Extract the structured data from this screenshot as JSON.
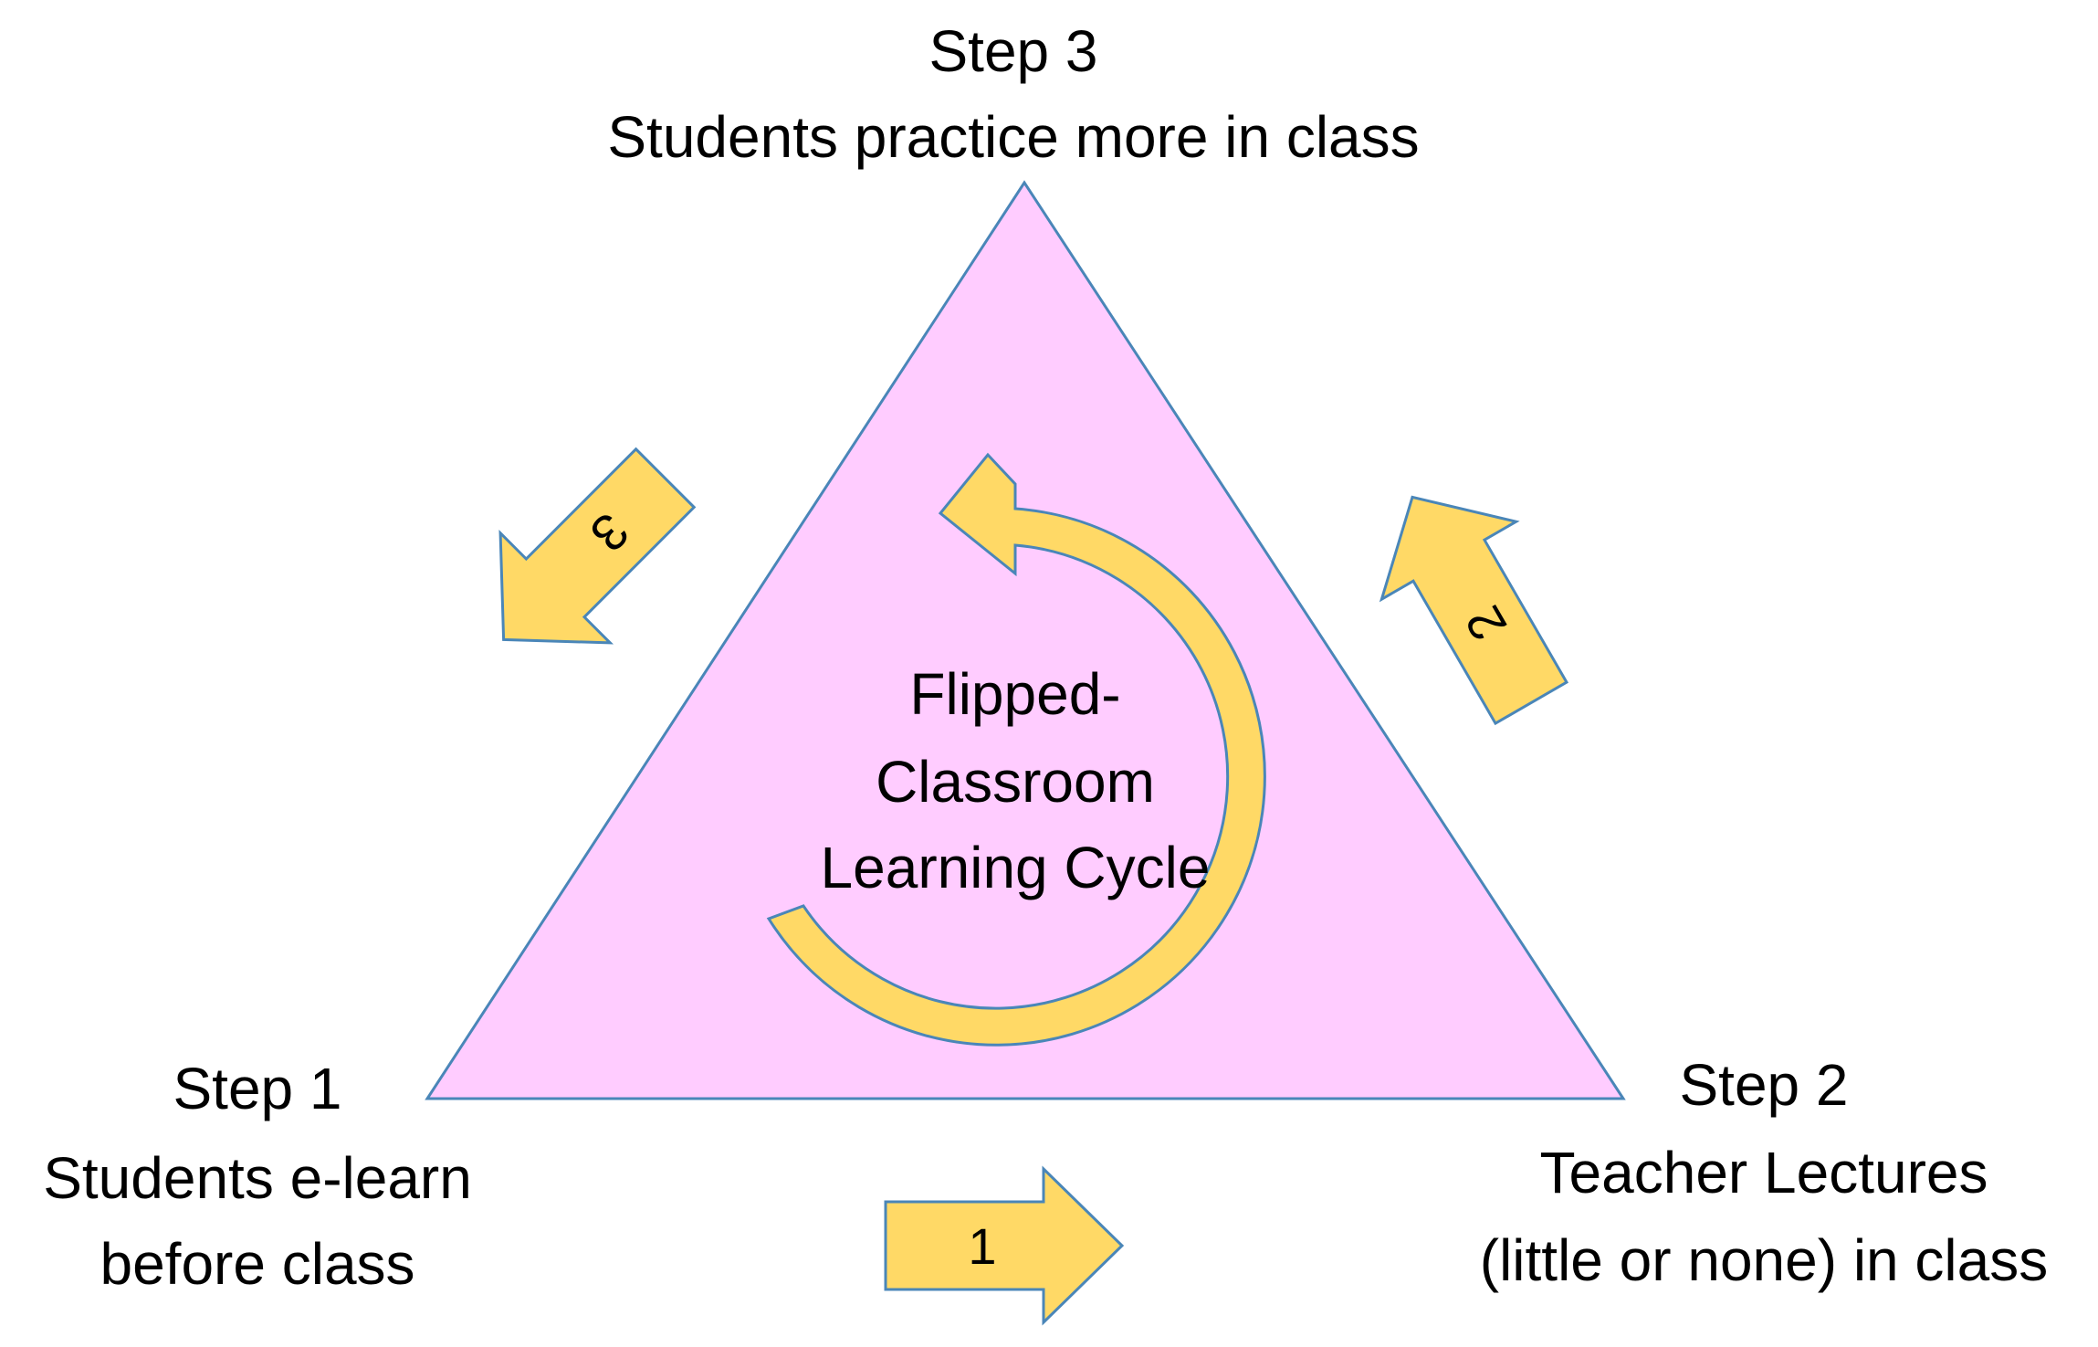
{
  "step3": {
    "title": "Step 3",
    "desc": "Students practice more in class"
  },
  "step1": {
    "title": "Step 1",
    "line1": "Students e-learn",
    "line2": "before class"
  },
  "step2": {
    "title": "Step 2",
    "line1": "Teacher Lectures",
    "line2": "(little or none) in class"
  },
  "center": {
    "line1": "Flipped-",
    "line2": "Classroom",
    "line3": "Learning Cycle"
  },
  "arrows": {
    "a1": "1",
    "a2": "2",
    "a3": "3"
  },
  "colors": {
    "triangle_fill": "#ffccff",
    "triangle_stroke": "#4a86b8",
    "arrow_fill": "#ffd966",
    "arrow_stroke": "#4a86b8"
  }
}
